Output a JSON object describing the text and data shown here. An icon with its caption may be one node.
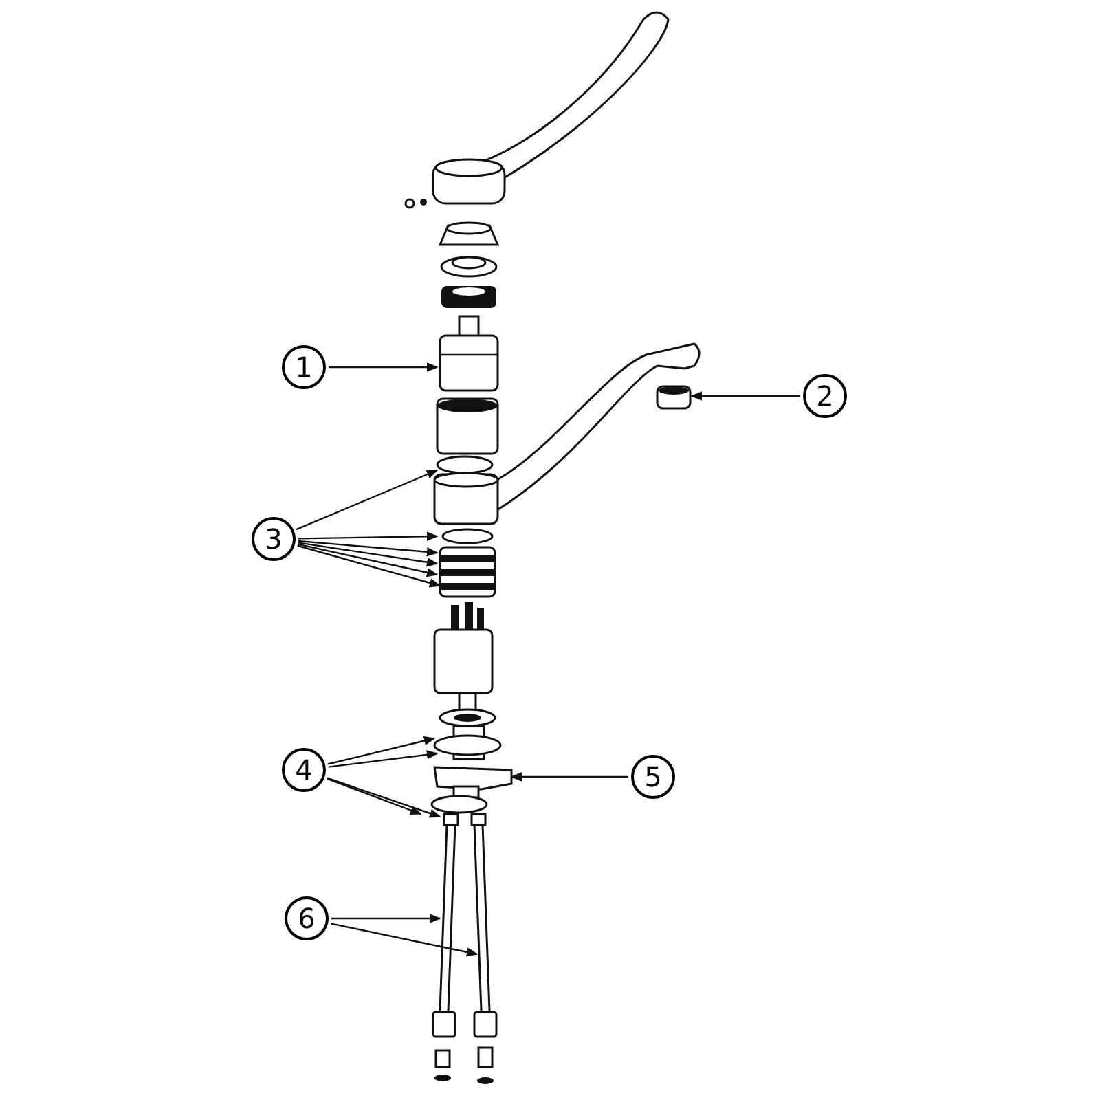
{
  "diagram": {
    "nodes": [
      {
        "text": [
          "1"
        ]
      },
      {
        "text": [
          "2"
        ]
      },
      {
        "text": [
          "3"
        ]
      },
      {
        "text": [
          "4"
        ]
      },
      {
        "text": [
          "5"
        ]
      },
      {
        "text": [
          "6"
        ]
      }
    ],
    "edges": [
      {
        "from": 0,
        "to": null,
        "arrow": "to"
      },
      {
        "from": 1,
        "to": null,
        "arrow": "to"
      },
      {
        "from": 2,
        "to": null,
        "arrow": "to"
      },
      {
        "from": 2,
        "to": null,
        "arrow": "to"
      },
      {
        "from": 2,
        "to": null,
        "arrow": "to"
      },
      {
        "from": 2,
        "to": null,
        "arrow": "to"
      },
      {
        "from": 2,
        "to": null,
        "arrow": "to"
      },
      {
        "from": 2,
        "to": null,
        "arrow": "to"
      },
      {
        "from": 3,
        "to": null,
        "arrow": "to"
      },
      {
        "from": 3,
        "to": null,
        "arrow": "to"
      },
      {
        "from": 3,
        "to": null,
        "arrow": "to"
      },
      {
        "from": 3,
        "to": null,
        "arrow": "to"
      },
      {
        "from": 4,
        "to": null,
        "arrow": "to"
      },
      {
        "from": 5,
        "to": null,
        "arrow": "to"
      },
      {
        "from": 5,
        "to": null,
        "arrow": "to"
      }
    ]
  }
}
